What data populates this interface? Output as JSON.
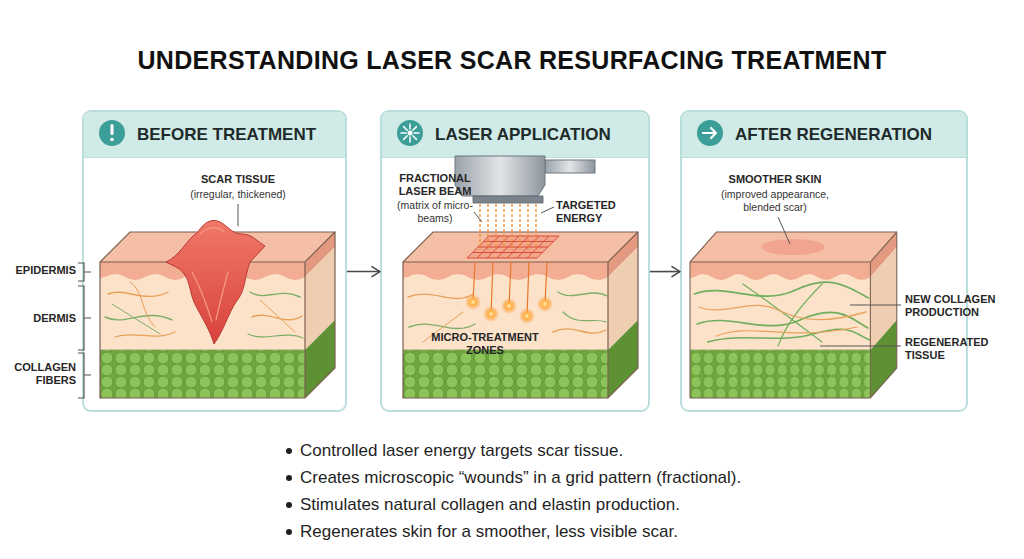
{
  "diagram": {
    "title": "UNDERSTANDING LASER SCAR RESURFACING TREATMENT",
    "nodes": [
      {
        "text": [
          "BEFORE TREATMENT"
        ]
      },
      {
        "text": [
          "LASER APPLICATION"
        ]
      },
      {
        "text": [
          "AFTER REGENERATION"
        ]
      }
    ],
    "edges": [
      {
        "from": 0,
        "to": 1,
        "arrow": "to"
      },
      {
        "from": 1,
        "to": 2,
        "arrow": "to"
      }
    ],
    "labels": [
      "SCAR TISSUE",
      "(irregular, thickened)",
      "EPIDERMIS",
      "DERMIS",
      "COLLAGEN FIBERS",
      "FRACTIONAL LASER BEAM",
      "(matrix of micro-beams)",
      "TARGETED ENERGY",
      "MICRO-TREATMENT ZONES",
      "SMOOTHER SKIN",
      "(improved appearance, blended scar)",
      "NEW COLLAGEN PRODUCTION",
      "REGENERATED TISSUE",
      "Controlled laser energy targets scar tissue.",
      "Creates microscopic “wounds” in a grid pattern (fractional).",
      "Stimulates natural collagen and elastin production.",
      "Regenerates skin for a smoother, less visible scar."
    ]
  }
}
